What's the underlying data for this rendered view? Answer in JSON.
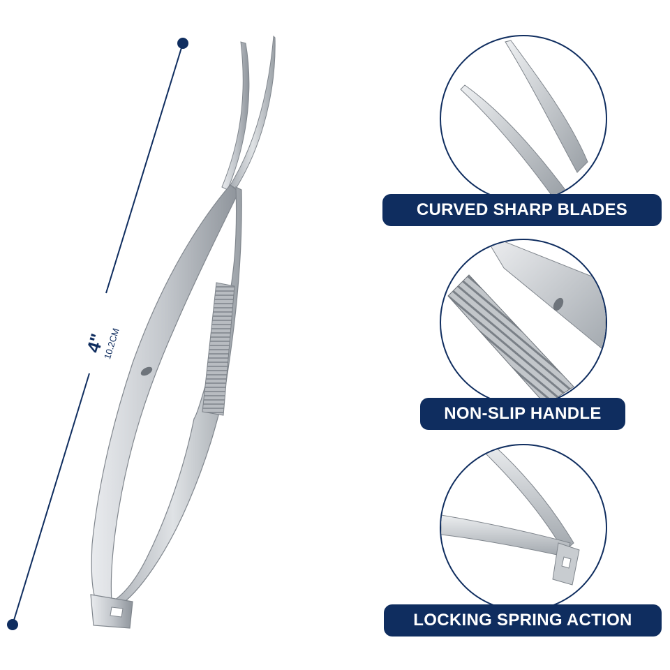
{
  "dimension": {
    "main": "4\"",
    "sub": "10.2CM"
  },
  "features": [
    {
      "label": "CURVED SHARP BLADES",
      "icon": "curved-blades-closeup"
    },
    {
      "label": "NON-SLIP HANDLE",
      "icon": "serrated-handle-closeup"
    },
    {
      "label": "LOCKING SPRING ACTION",
      "icon": "spring-lock-closeup"
    }
  ],
  "colors": {
    "accent": "#0f2d5f",
    "steel": "#c9ccd0",
    "background": "#ffffff"
  }
}
